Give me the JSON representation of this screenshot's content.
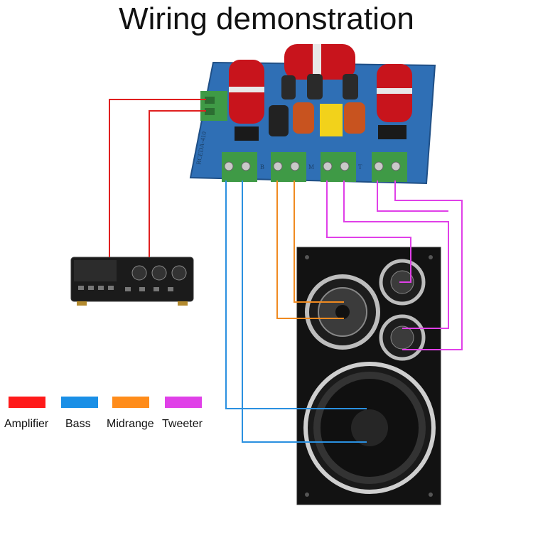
{
  "title": "Wiring demonstration",
  "board": {
    "model": "RCEDA-410",
    "terminal_marks": [
      "B",
      "M",
      "T"
    ]
  },
  "legend": [
    {
      "label": "Amplifier",
      "color": "#ff1a1a"
    },
    {
      "label": "Bass",
      "color": "#1a8fe6"
    },
    {
      "label": "Midrange",
      "color": "#ff8c1a"
    },
    {
      "label": "Tweeter",
      "color": "#e040e8"
    }
  ],
  "colors": {
    "amplifier_wire": "#e02020",
    "bass_wire": "#2a90e0",
    "midrange_wire": "#f08a20",
    "tweeter_wire": "#e040e8",
    "pcb": "#2f6fb5",
    "coil": "#c8141c",
    "terminal": "#3f9a46",
    "speaker_cabinet": "#121212"
  }
}
